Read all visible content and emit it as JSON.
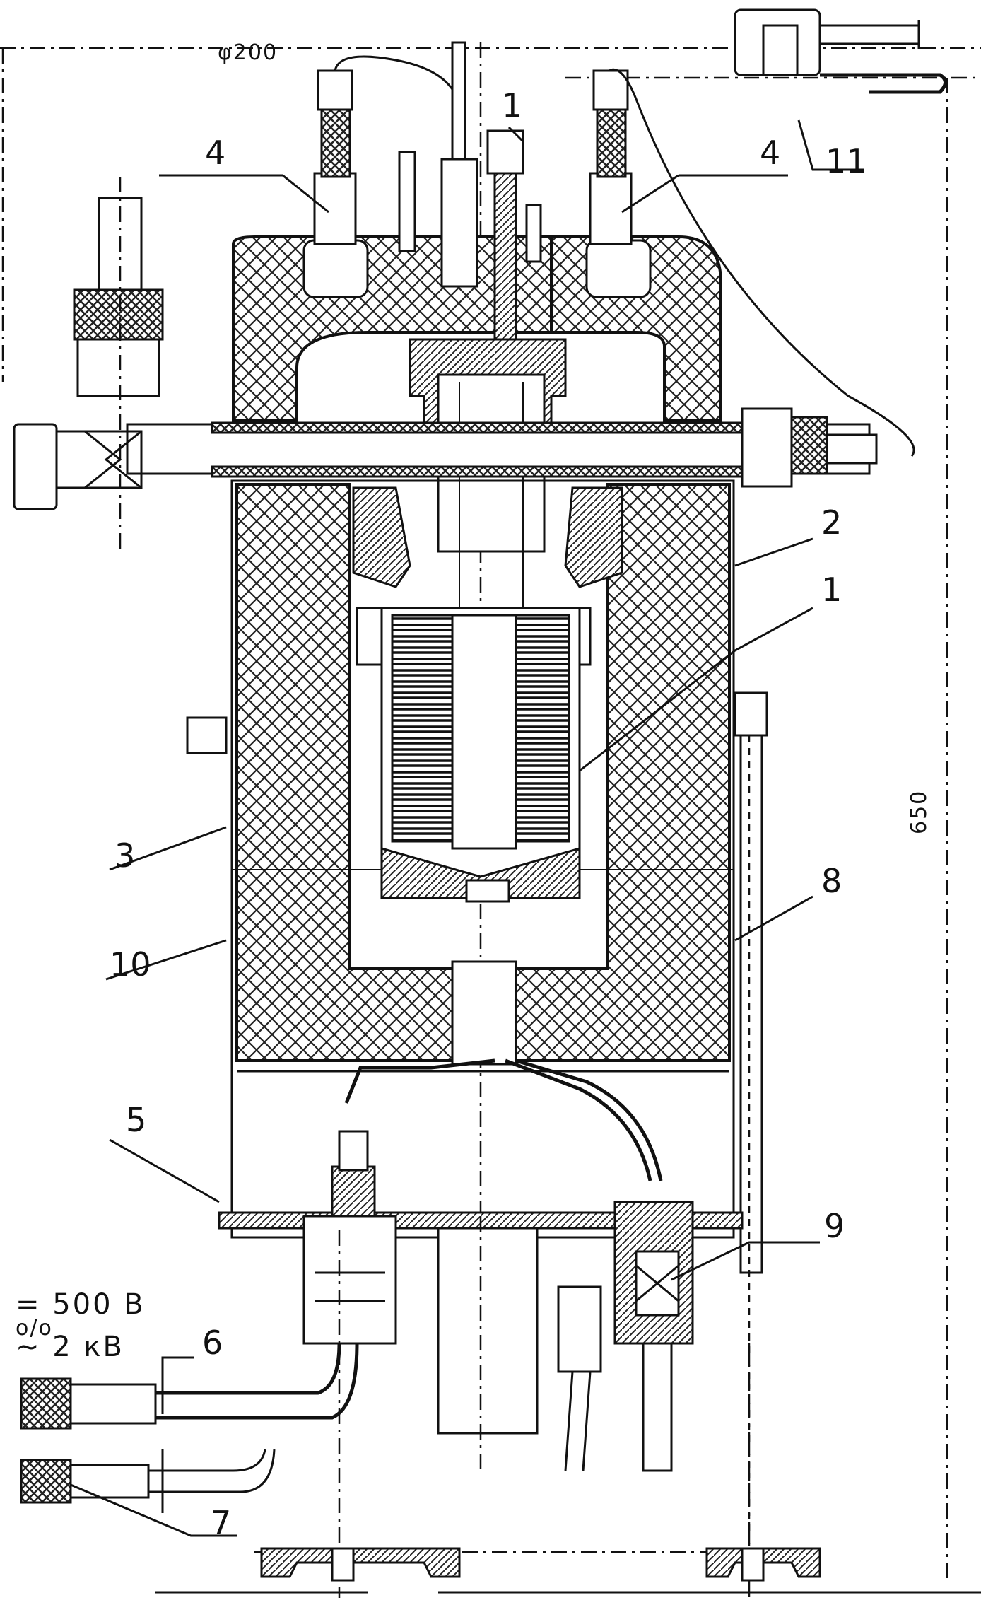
{
  "dimensions": {
    "diameter": "φ200",
    "height": "650"
  },
  "voltage_notes": {
    "dc": "= 500 В",
    "ac_prefix": "о/о",
    "ac": "~ 2 кВ"
  },
  "callouts": {
    "c1": "1",
    "c2": "2",
    "c3": "3",
    "c4_left": "4",
    "c4_right": "4",
    "c5": "5",
    "c6": "6",
    "c7": "7",
    "c8": "8",
    "c9": "9",
    "c10": "10",
    "c11": "11",
    "axis_top": "1"
  }
}
